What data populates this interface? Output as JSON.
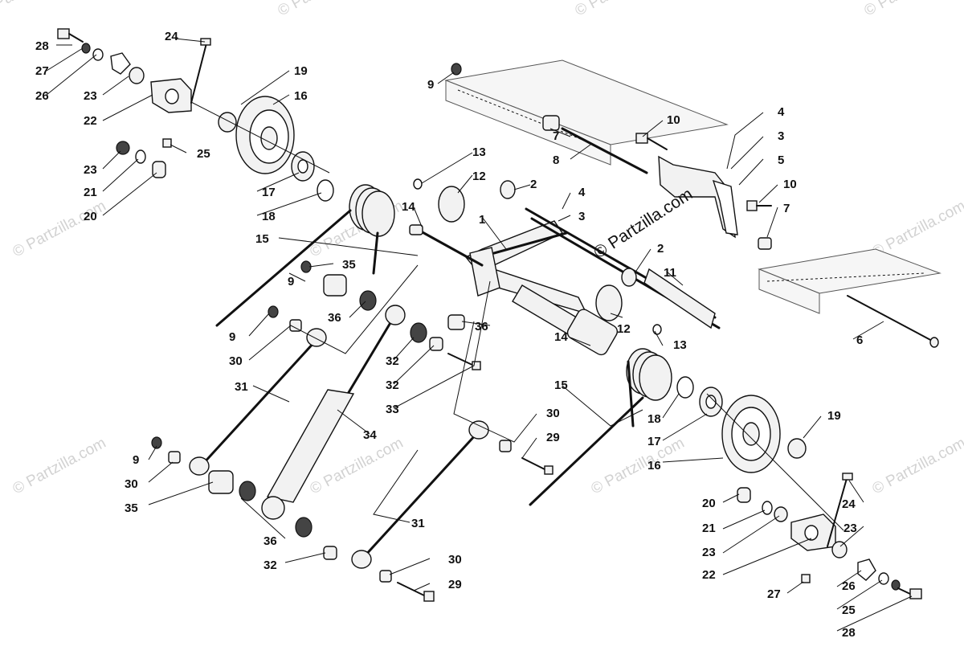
{
  "brand": {
    "label": "© Partzilla.com",
    "icon": "copyright-watermark-icon"
  },
  "watermark": {
    "text": "© Partzilla.com"
  },
  "colors": {
    "line": "#111111",
    "fill": "#f2f2f2",
    "watermark": "#d2d2d2"
  },
  "callouts": [
    "28",
    "27",
    "26",
    "23",
    "22",
    "24",
    "19",
    "16",
    "25",
    "23",
    "21",
    "20",
    "17",
    "18",
    "9",
    "7",
    "8",
    "10",
    "4",
    "3",
    "5",
    "10",
    "7",
    "13",
    "12",
    "2",
    "4",
    "3",
    "14",
    "1",
    "2",
    "11",
    "15",
    "35",
    "9",
    "36",
    "9",
    "30",
    "36",
    "32",
    "32",
    "33",
    "31",
    "34",
    "12",
    "13",
    "14",
    "15",
    "18",
    "17",
    "16",
    "19",
    "6",
    "30",
    "29",
    "9",
    "30",
    "35",
    "36",
    "32",
    "31",
    "30",
    "29",
    "20",
    "24",
    "21",
    "23",
    "23",
    "22",
    "26",
    "27",
    "25",
    "28"
  ]
}
